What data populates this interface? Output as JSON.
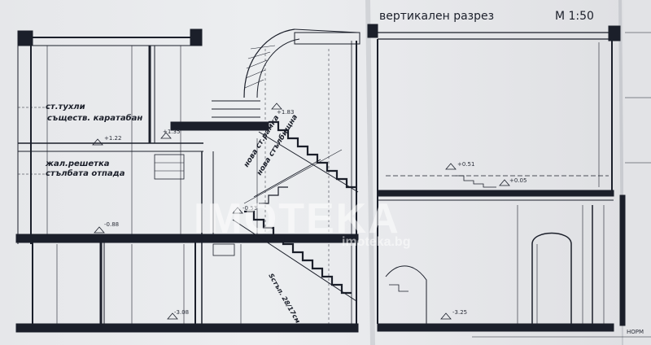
{
  "title": "вертикален разрез",
  "scale": "M 1:50",
  "labels": {
    "brick_wall": "ст.тухли",
    "existing_attic": "съществ. каратабан",
    "grating": "жал.решетка",
    "chute": "стълбата отпада",
    "new_frame": "нова ст.рамка",
    "new_stair": "нова стълбищна",
    "step": "Ѕстъп. 28/17см"
  },
  "levels": {
    "l1": "+1.22",
    "l2": "+1.35",
    "l3": "+1.83",
    "l4": "-0.53",
    "l5": "-0.88",
    "l6": "-3.08",
    "l7": "+0.51",
    "l8": "+0.05",
    "l9": "-3.25"
  },
  "watermark": {
    "brand": "IMOTEKA",
    "url": "imoteka.bg"
  },
  "stamp": {
    "bottom_text": "НОРМ"
  },
  "colors": {
    "paper": "#e9eaec",
    "ink": "#1b1f2a",
    "shadow": "#c9cbd0"
  }
}
